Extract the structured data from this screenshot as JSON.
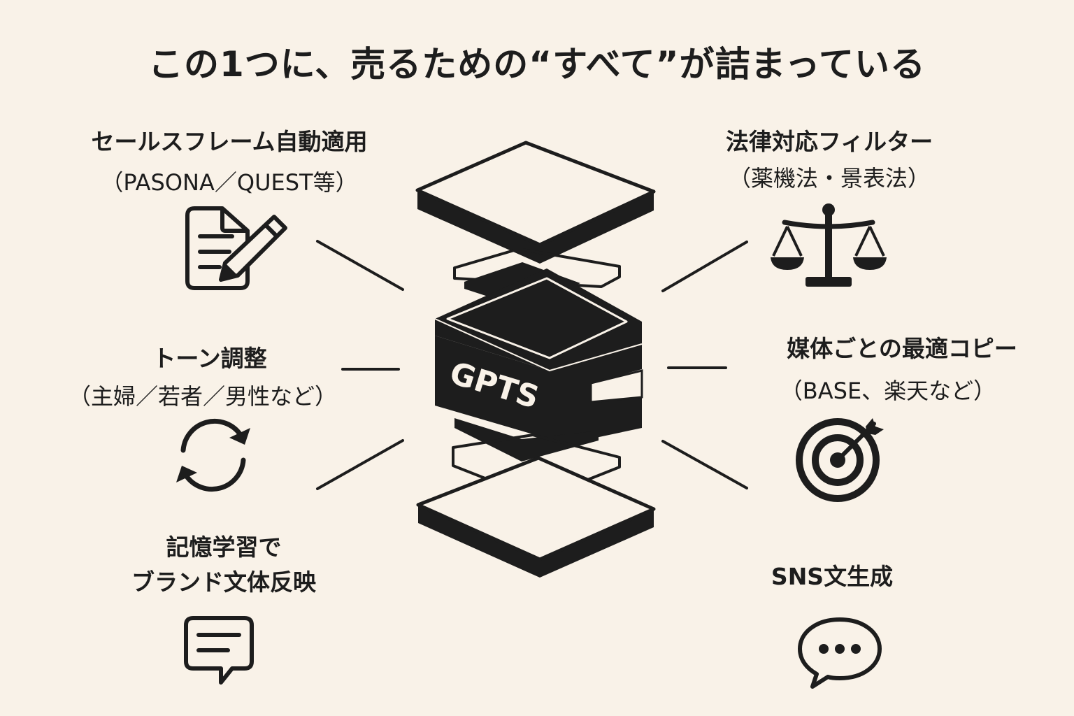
{
  "title": "この1つに、売るための“すべて”が詰まっている",
  "center_label": "GPTS",
  "features": {
    "sales_frame": {
      "title": "セールスフレーム自動適用",
      "sub": "（PASONA／QUEST等）",
      "icon": "document-pencil-icon"
    },
    "tone": {
      "title": "トーン調整",
      "sub": "（主婦／若者／男性など）",
      "icon": "refresh-cycle-icon"
    },
    "memory": {
      "title_line1": "記憶学習で",
      "title_line2": "ブランド文体反映",
      "icon": "message-box-icon"
    },
    "legal": {
      "title": "法律対応フィルター",
      "sub": "（薬機法・景表法）",
      "icon": "scales-icon"
    },
    "media": {
      "title": "媒体ごとの最適コピー",
      "sub": "（BASE、楽天など）",
      "icon": "target-arrow-icon"
    },
    "sns": {
      "title": "SNS文生成",
      "icon": "speech-bubble-dots-icon"
    }
  },
  "colors": {
    "background": "#f9f2e8",
    "ink": "#1d1d1d"
  }
}
